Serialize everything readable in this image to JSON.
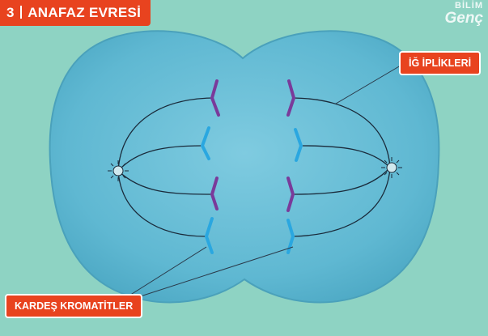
{
  "title": "ANAFAZ EVRESİ",
  "title_prefix": "3",
  "labels": {
    "spindle": "İĞ İPLİKLERİ",
    "chromatids": "KARDEŞ KROMATİTLER"
  },
  "logo": {
    "line1": "BİLİM",
    "line2": "Genç"
  },
  "colors": {
    "background": "#8ed3c3",
    "cell": "#5fb8d2",
    "accent": "#e8431f",
    "chromatid_purple": "#7a3a9a",
    "chromatid_blue": "#2aa7e0",
    "spindle_line": "#1a2a3a"
  }
}
